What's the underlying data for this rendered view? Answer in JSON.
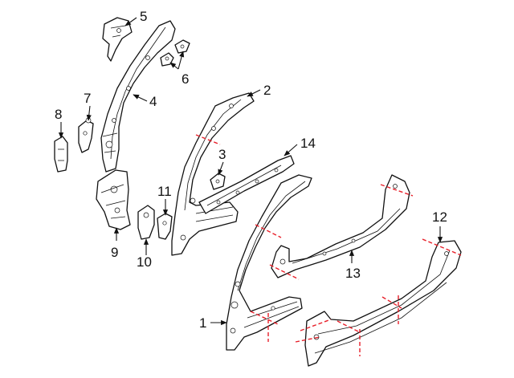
{
  "diagram": {
    "callouts": [
      {
        "number": "1"
      },
      {
        "number": "2"
      },
      {
        "number": "3"
      },
      {
        "number": "4"
      },
      {
        "number": "5"
      },
      {
        "number": "6"
      },
      {
        "number": "7"
      },
      {
        "number": "8"
      },
      {
        "number": "9"
      },
      {
        "number": "10"
      },
      {
        "number": "11"
      },
      {
        "number": "12"
      },
      {
        "number": "13"
      },
      {
        "number": "14"
      }
    ],
    "colors": {
      "line": "#111111",
      "cut_line": "#e8202a",
      "background": "#ffffff"
    }
  }
}
